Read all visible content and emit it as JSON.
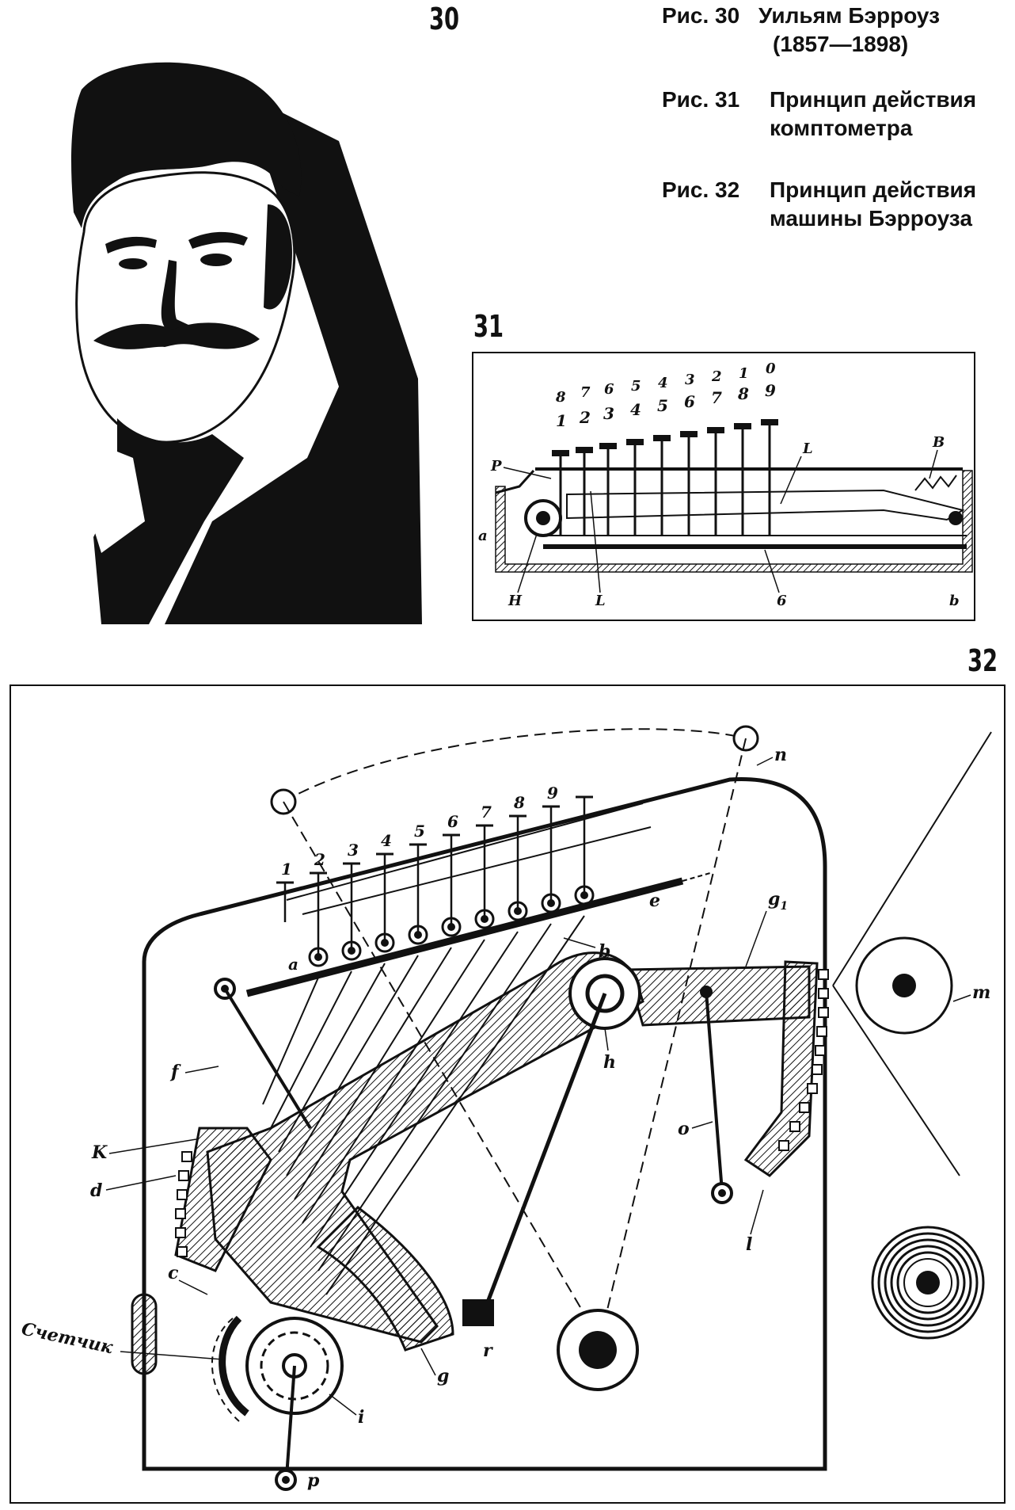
{
  "figure_numbers": {
    "f30": "30",
    "f31": "31",
    "f32": "32"
  },
  "captions": [
    {
      "label": "Рис. 30",
      "lines": [
        "Уильям Бэрроуз",
        "(1857—1898)"
      ]
    },
    {
      "label": "Рис. 31",
      "lines": [
        "Принцип действия",
        "комптометра"
      ]
    },
    {
      "label": "Рис. 32",
      "lines": [
        "Принцип действия",
        "машины Бэрроуза"
      ]
    }
  ],
  "fig31": {
    "top_row_digits": [
      "8",
      "7",
      "6",
      "5",
      "4",
      "3",
      "2",
      "1",
      "0"
    ],
    "bottom_row_digits": [
      "1",
      "2",
      "3",
      "4",
      "5",
      "6",
      "7",
      "8",
      "9"
    ],
    "labels": {
      "p": "P",
      "a": "a",
      "h": "H",
      "l1": "L",
      "l2": "L",
      "b_top": "B",
      "b_bottom": "b",
      "six": "6"
    }
  },
  "fig32": {
    "key_digits": [
      "1",
      "2",
      "3",
      "4",
      "5",
      "6",
      "7",
      "8",
      "9"
    ],
    "labels": {
      "n": "n",
      "e": "e",
      "b": "b",
      "g1": "g",
      "g1_sub": "1",
      "a": "a",
      "f": "f",
      "k": "K",
      "d": "d",
      "c": "c",
      "h": "h",
      "o": "o",
      "l": "l",
      "m": "m",
      "r": "r",
      "g": "g",
      "i": "i",
      "p": "p",
      "counter": "Счетчик"
    }
  }
}
